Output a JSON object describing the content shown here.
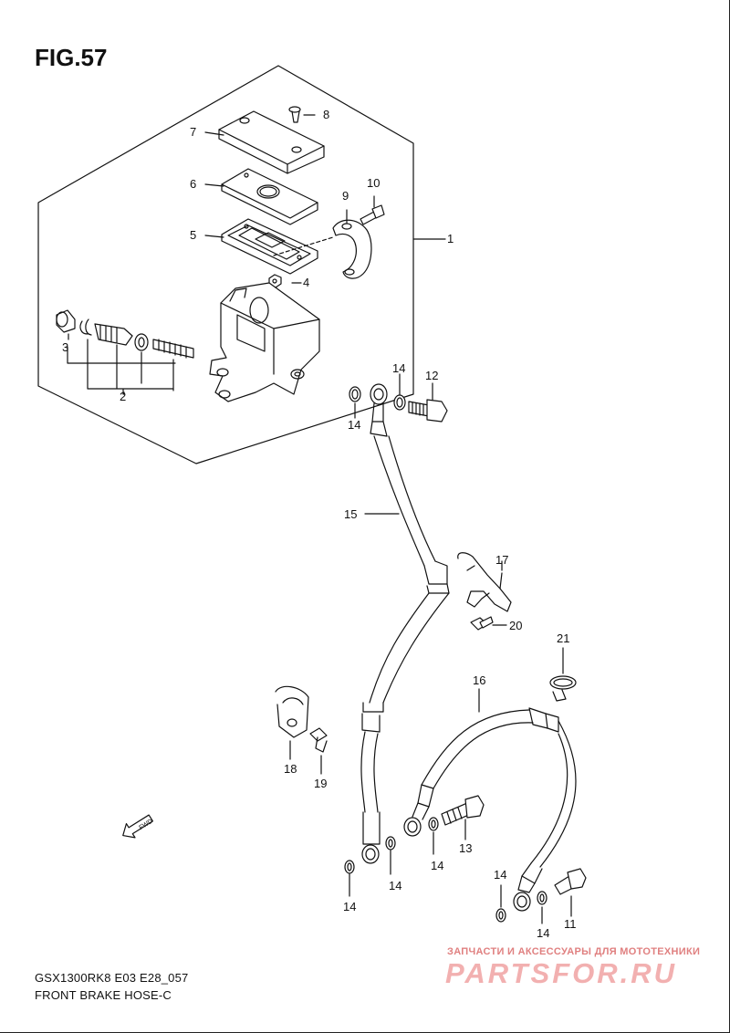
{
  "figure": {
    "title": "FIG.57"
  },
  "callouts": {
    "c1": "1",
    "c2": "2",
    "c3": "3",
    "c4": "4",
    "c5": "5",
    "c6": "6",
    "c7": "7",
    "c8": "8",
    "c9": "9",
    "c10": "10",
    "c11": "11",
    "c12": "12",
    "c13": "13",
    "c14a": "14",
    "c14b": "14",
    "c14c": "14",
    "c14d": "14",
    "c14e": "14",
    "c14f": "14",
    "c14g": "14",
    "c15": "15",
    "c16": "16",
    "c17": "17",
    "c18": "18",
    "c19": "19",
    "c20": "20",
    "c21": "21"
  },
  "fwd_label": "FWD",
  "footer": {
    "model": "GSX1300RK8 E03 E28_057",
    "section": "FRONT BRAKE HOSE-C"
  },
  "watermark": {
    "tagline": "ЗАПЧАСТИ И АКСЕССУАРЫ ДЛЯ МОТОТЕХНИКИ",
    "brand": "PARTSFOR.RU"
  },
  "colors": {
    "line": "#111111",
    "watermark": "#e08080",
    "background": "#ffffff"
  }
}
